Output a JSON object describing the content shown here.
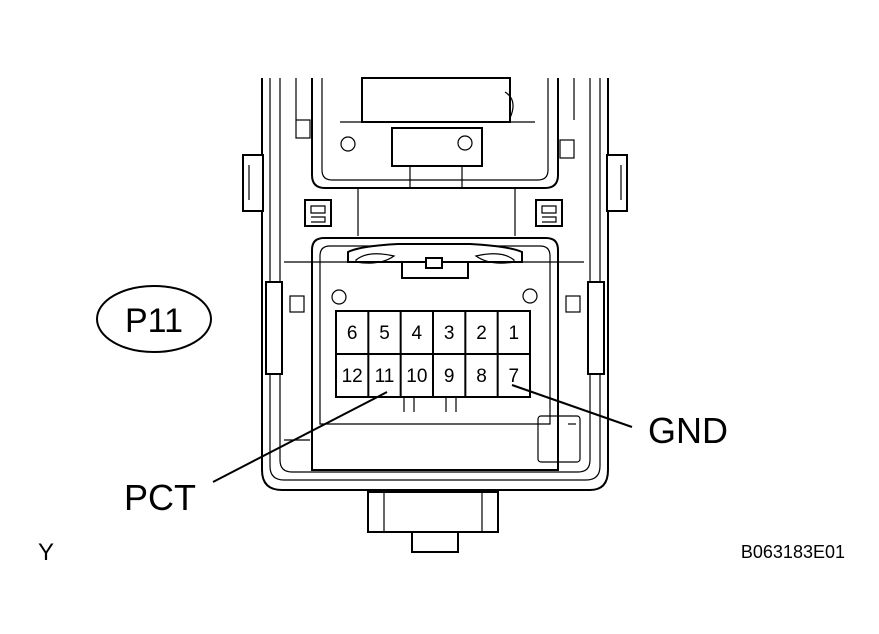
{
  "connector_id": "P11",
  "labels": {
    "gnd": "GND",
    "pct": "PCT",
    "view": "Y",
    "code": "B063183E01"
  },
  "pins": {
    "top_row": [
      "6",
      "5",
      "4",
      "3",
      "2",
      "1"
    ],
    "bottom_row": [
      "12",
      "11",
      "10",
      "9",
      "8",
      "7"
    ]
  }
}
